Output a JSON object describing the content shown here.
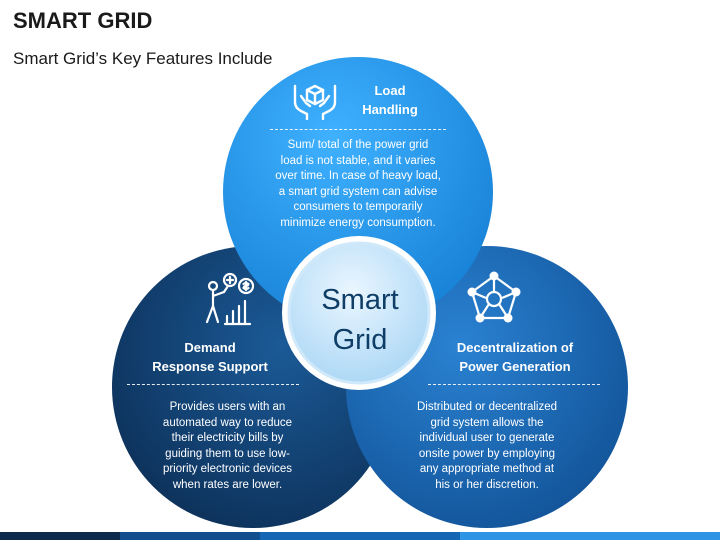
{
  "title": "SMART GRID",
  "subtitle": "Smart Grid’s Key Features Include",
  "center": {
    "line1": "Smart",
    "line2": "Grid"
  },
  "features": [
    {
      "icon": "hands-box-icon",
      "heading_line1": "Load",
      "heading_line2": "Handling",
      "body_lines": [
        "Sum/ total of the power grid",
        "load is not stable, and it varies",
        "over time. In case of heavy load,",
        "a smart grid system can advise",
        "consumers to temporarily",
        "minimize energy consumption."
      ],
      "color": "#1f8fe6"
    },
    {
      "icon": "demand-chart-icon",
      "heading_line1": "Demand",
      "heading_line2": "Response Support",
      "body_lines": [
        "Provides users with an",
        "automated way to reduce",
        "their electricity bills by",
        "guiding them to use low-",
        "priority electronic devices",
        "when rates are lower."
      ],
      "color": "#0f3d6e"
    },
    {
      "icon": "network-pentagon-icon",
      "heading_line1": "Decentralization of",
      "heading_line2": "Power Generation",
      "body_lines": [
        "Distributed or decentralized",
        "grid system allows the",
        "individual user to generate",
        "onsite power by employing",
        "any appropriate method at",
        "his or her discretion."
      ],
      "color": "#1566b4"
    }
  ],
  "colors": {
    "top_circle": "#1f8fe6",
    "left_circle": "#0f3d6e",
    "right_circle": "#1566b4",
    "center_circle": "#bfe0f7",
    "center_text": "#0e3d66"
  }
}
